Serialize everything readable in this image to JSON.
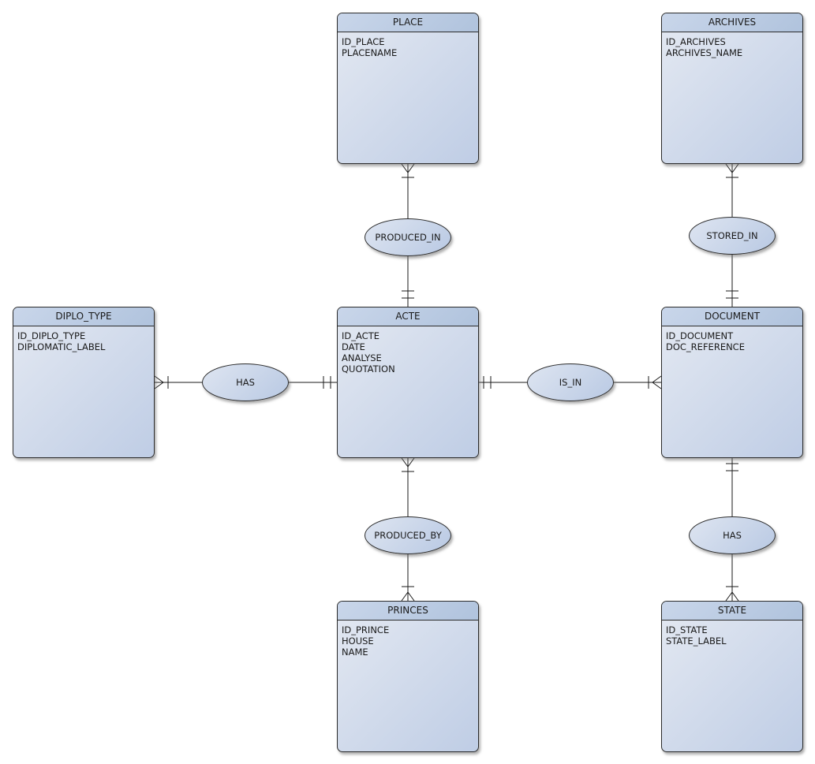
{
  "diagram_type": "entity-relationship-diagram",
  "colors": {
    "background": "#ffffff",
    "entity_header_fill": "#bccce2",
    "entity_body_fill_light": "#e4e9f2",
    "entity_body_fill_dark": "#bfcde5",
    "relationship_fill_light": "#dee5f1",
    "relationship_fill_dark": "#b9c9e3",
    "border": "#2b2b2b",
    "line": "#1a1a1a"
  },
  "entities": [
    {
      "name": "PLACE",
      "attributes": [
        "ID_PLACE",
        "PLACENAME"
      ]
    },
    {
      "name": "ARCHIVES",
      "attributes": [
        "ID_ARCHIVES",
        "ARCHIVES_NAME"
      ]
    },
    {
      "name": "DIPLO_TYPE",
      "attributes": [
        "ID_DIPLO_TYPE",
        "DIPLOMATIC_LABEL"
      ]
    },
    {
      "name": "ACTE",
      "attributes": [
        "ID_ACTE",
        "DATE",
        "ANALYSE",
        "QUOTATION"
      ]
    },
    {
      "name": "DOCUMENT",
      "attributes": [
        "ID_DOCUMENT",
        "DOC_REFERENCE"
      ]
    },
    {
      "name": "PRINCES",
      "attributes": [
        "ID_PRINCE",
        "HOUSE",
        "NAME"
      ]
    },
    {
      "name": "STATE",
      "attributes": [
        "ID_STATE",
        "STATE_LABEL"
      ]
    }
  ],
  "relationships": [
    {
      "label": "PRODUCED_IN",
      "from": "PLACE",
      "to": "ACTE",
      "from_cardinality": "many (crow's foot + tick)",
      "to_cardinality": "one and only one (double tick)"
    },
    {
      "label": "STORED_IN",
      "from": "ARCHIVES",
      "to": "DOCUMENT",
      "from_cardinality": "many (crow's foot + tick)",
      "to_cardinality": "one and only one (double tick)"
    },
    {
      "label": "HAS",
      "from": "DIPLO_TYPE",
      "to": "ACTE",
      "from_cardinality": "many (crow's foot + tick)",
      "to_cardinality": "one and only one (double tick)"
    },
    {
      "label": "IS_IN",
      "from": "ACTE",
      "to": "DOCUMENT",
      "from_cardinality": "one and only one (double tick)",
      "to_cardinality": "many (tick + crow's foot)"
    },
    {
      "label": "PRODUCED_BY",
      "from": "ACTE",
      "to": "PRINCES",
      "from_cardinality": "many (crow's foot + tick)",
      "to_cardinality": "many (tick + crow's foot)"
    },
    {
      "label": "HAS",
      "from": "DOCUMENT",
      "to": "STATE",
      "from_cardinality": "one and only one (double tick)",
      "to_cardinality": "many (tick + crow's foot)"
    }
  ]
}
